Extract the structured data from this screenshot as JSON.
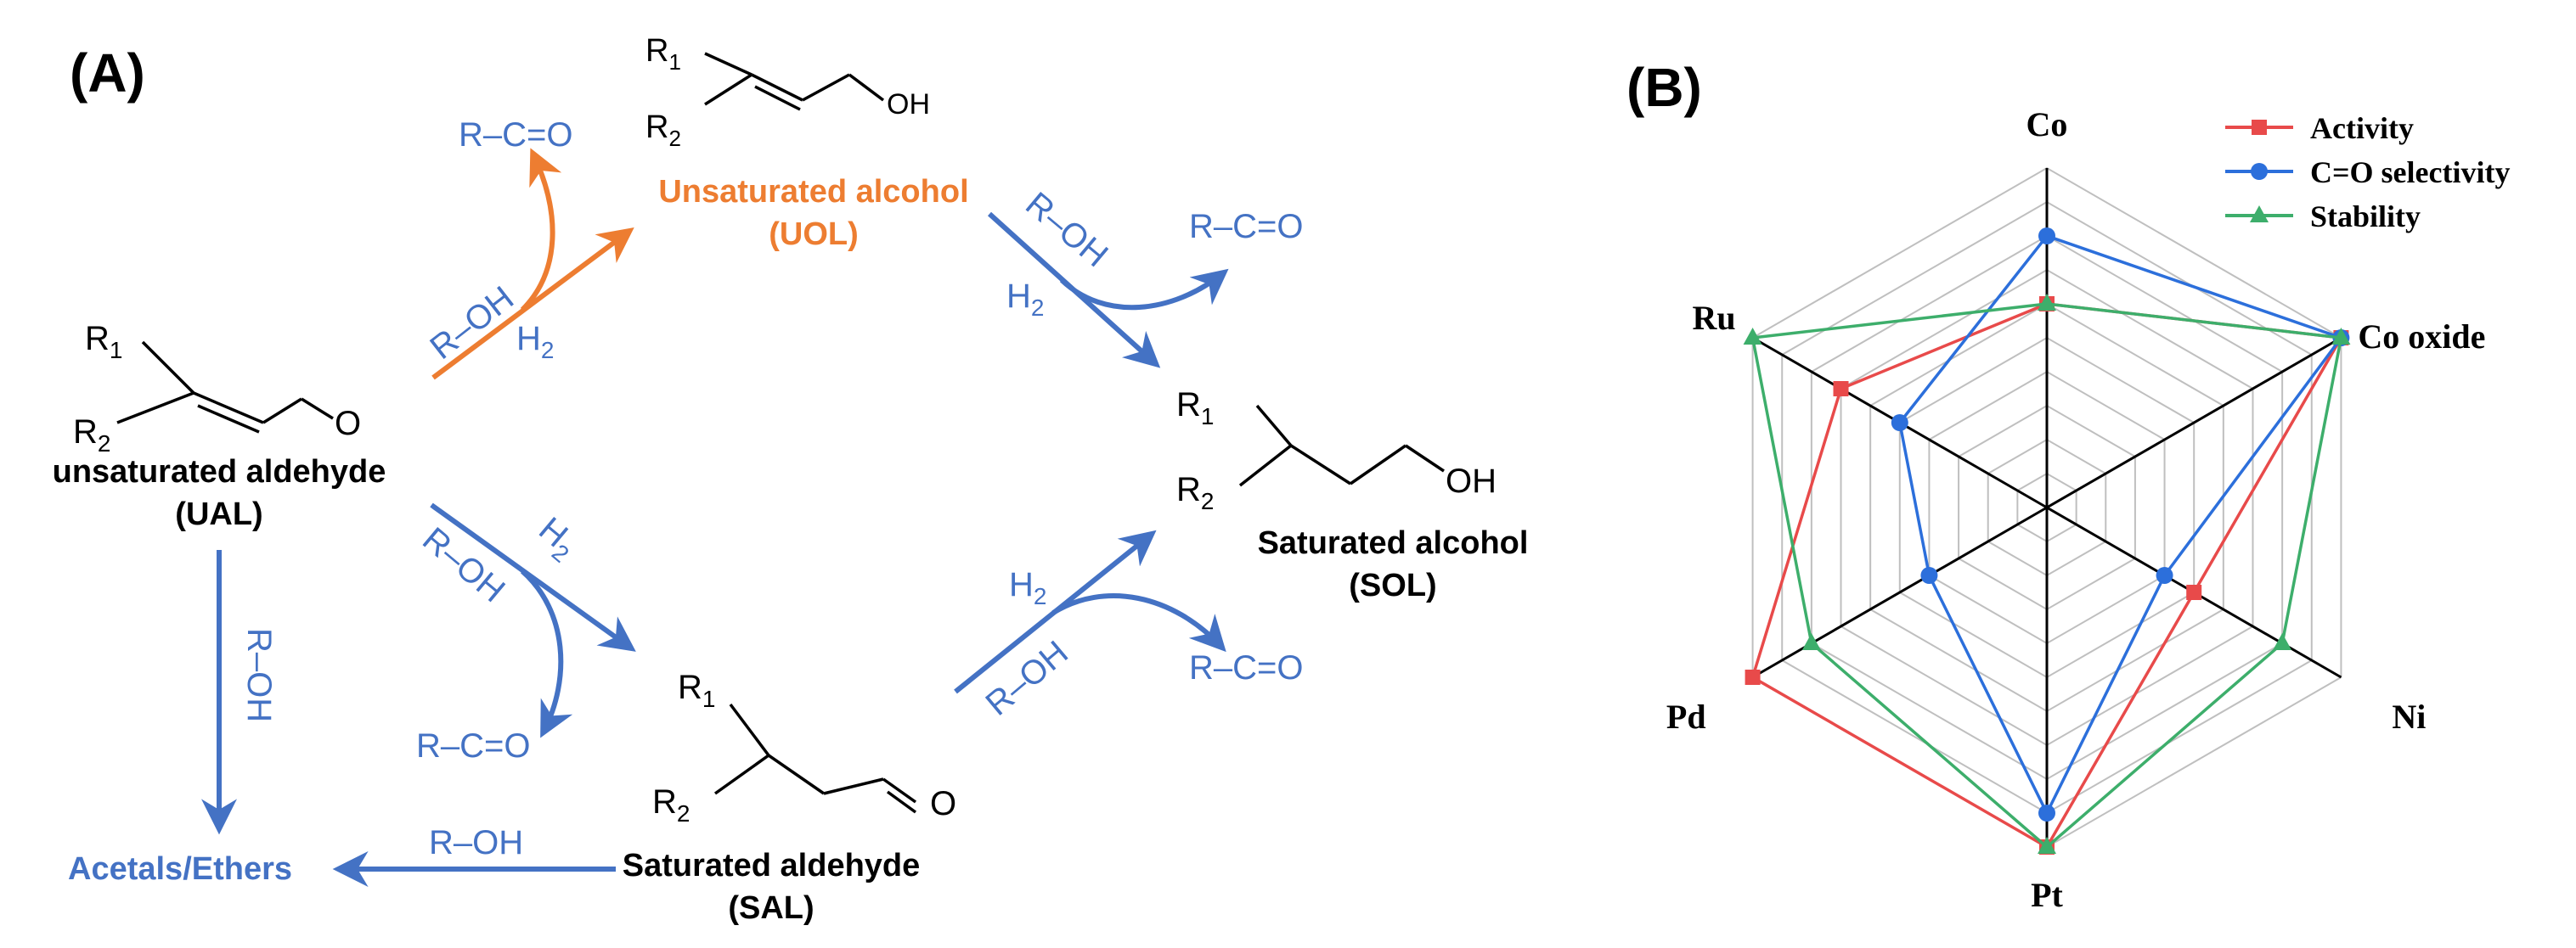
{
  "colors": {
    "blue": "#4472C4",
    "orange": "#ED7D31",
    "black": "#000000",
    "red": "#E84A4A",
    "marker_blue": "#2C6FDB",
    "green": "#3DAE6B",
    "grid": "#BFBFBF"
  },
  "panel_a": {
    "label": "(A)",
    "ual": {
      "r1": "R",
      "r1_sub": "1",
      "r2": "R",
      "r2_sub": "2",
      "o": "O",
      "name": "unsaturated aldehyde",
      "abbr": "(UAL)"
    },
    "uol": {
      "r1": "R",
      "r1_sub": "1",
      "r2": "R",
      "r2_sub": "2",
      "oh": "OH",
      "name": "Unsaturated alcohol",
      "abbr": "(UOL)"
    },
    "sol": {
      "r1": "R",
      "r1_sub": "1",
      "r2": "R",
      "r2_sub": "2",
      "oh": "OH",
      "name": "Saturated alcohol",
      "abbr": "(SOL)"
    },
    "sal": {
      "r1": "R",
      "r1_sub": "1",
      "r2": "R",
      "r2_sub": "2",
      "o": "O",
      "name": "Saturated aldehyde",
      "abbr": "(SAL)"
    },
    "acetals": "Acetals/Ethers",
    "reagent_roh": "R–OH",
    "product_rco": "R–C=O",
    "h2": "H",
    "h2_sub": "2"
  },
  "panel_b": {
    "label": "(B)",
    "chart_data": {
      "type": "radar",
      "axes": [
        "Co",
        "Co oxide",
        "Ni",
        "Pt",
        "Pd",
        "Ru"
      ],
      "levels": 10,
      "range": [
        0,
        10
      ],
      "legend_position": "top-right",
      "series": [
        {
          "name": "Activity",
          "color": "#E84A4A",
          "marker": "square",
          "values": [
            6,
            10,
            5,
            10,
            10,
            7
          ]
        },
        {
          "name": "C=O selectivity",
          "color": "#2C6FDB",
          "marker": "circle",
          "values": [
            8,
            10,
            4,
            9,
            4,
            5
          ]
        },
        {
          "name": "Stability",
          "color": "#3DAE6B",
          "marker": "triangle",
          "values": [
            6,
            10,
            8,
            10,
            8,
            10
          ]
        }
      ]
    }
  }
}
